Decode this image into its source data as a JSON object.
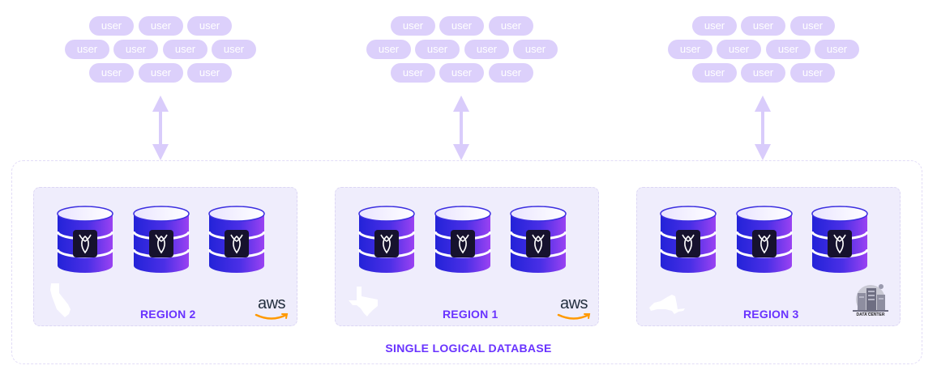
{
  "user_label": "user",
  "clusters": [
    {
      "id": "left",
      "users": [
        "user",
        "user",
        "user",
        "user",
        "user",
        "user",
        "user",
        "user",
        "user",
        "user"
      ]
    },
    {
      "id": "center",
      "users": [
        "user",
        "user",
        "user",
        "user",
        "user",
        "user",
        "user",
        "user",
        "user",
        "user"
      ]
    },
    {
      "id": "right",
      "users": [
        "user",
        "user",
        "user",
        "user",
        "user",
        "user",
        "user",
        "user",
        "user",
        "user"
      ]
    }
  ],
  "regions": [
    {
      "label": "REGION 2",
      "state": "california-icon",
      "provider": "aws",
      "provider_text": "aws"
    },
    {
      "label": "REGION 1",
      "state": "texas-icon",
      "provider": "aws",
      "provider_text": "aws"
    },
    {
      "label": "REGION 3",
      "state": "new-york-icon",
      "provider": "data-center",
      "provider_text": "DATA CENTER"
    }
  ],
  "database_label": "SINGLE LOGICAL DATABASE",
  "colors": {
    "accent": "#6933ff",
    "user_pill": "#dcd0fb",
    "arrow": "#d9ccfb",
    "region_bg": "#efedfc",
    "db_blue": "#2b2be0",
    "db_purple": "#8a3ff0"
  },
  "icons": {
    "db": "cockroach-database-icon",
    "arrow": "bidirectional-arrow-icon"
  }
}
